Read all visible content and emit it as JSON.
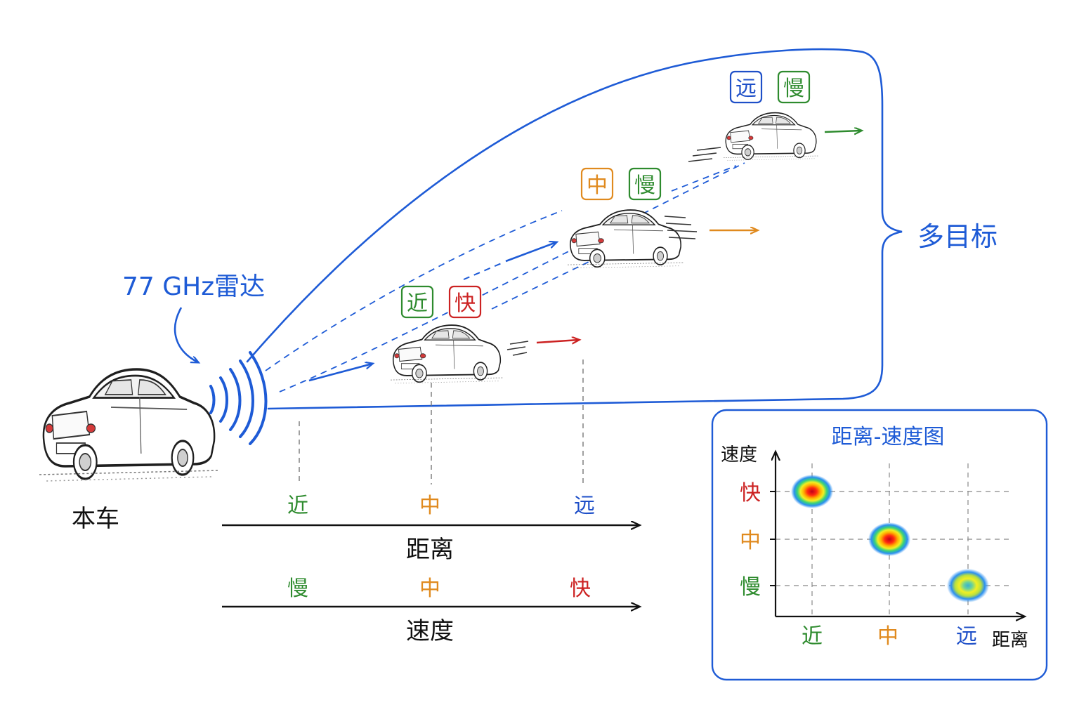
{
  "radar": {
    "label": "77 GHz雷达"
  },
  "ego": {
    "label": "本车"
  },
  "group": {
    "label": "多目标"
  },
  "targets": [
    {
      "distance": "近",
      "speed": "快",
      "distance_color": "#2e8b2e",
      "speed_color": "#cc2222"
    },
    {
      "distance": "中",
      "speed": "慢",
      "distance_color": "#e08a1e",
      "speed_color": "#2e8b2e"
    },
    {
      "distance": "远",
      "speed": "慢",
      "distance_color": "#1e4fc8",
      "speed_color": "#2e8b2e"
    }
  ],
  "distance_axis": {
    "title": "距离",
    "ticks": [
      "近",
      "中",
      "远"
    ]
  },
  "speed_axis": {
    "title": "速度",
    "ticks": [
      "慢",
      "中",
      "快"
    ]
  },
  "rd_map": {
    "title": "距离-速度图",
    "x_label": "距离",
    "y_label": "速度",
    "x_ticks": [
      "近",
      "中",
      "远"
    ],
    "y_ticks": [
      "快",
      "中",
      "慢"
    ],
    "points": [
      {
        "distance": "近",
        "speed": "快"
      },
      {
        "distance": "中",
        "speed": "中"
      },
      {
        "distance": "远",
        "speed": "慢"
      }
    ]
  },
  "colors": {
    "near": "#2e8b2e",
    "mid": "#e08a1e",
    "far": "#1e4fc8",
    "fast": "#cc2222",
    "slow": "#2e8b2e",
    "beam": "#1e5bd6",
    "ink": "#222222"
  }
}
